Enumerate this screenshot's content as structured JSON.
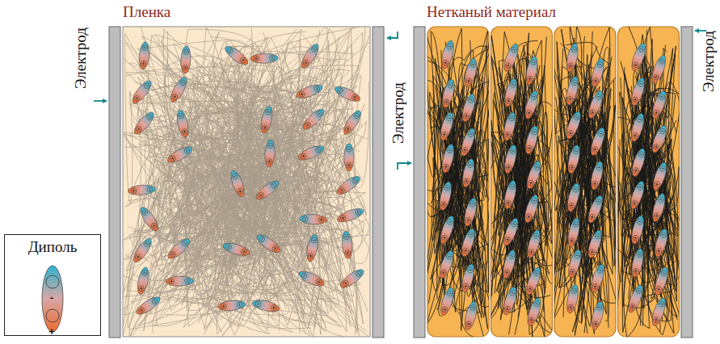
{
  "diagram": {
    "nodes": [
      {
        "text": [
          "Пленка"
        ]
      },
      {
        "text": [
          "Нетканый материал"
        ]
      }
    ],
    "labels": [
      "Электрод",
      "Электрод",
      "Электрод",
      "-",
      "+"
    ],
    "legend": [
      {
        "text": "Диполь"
      }
    ]
  }
}
